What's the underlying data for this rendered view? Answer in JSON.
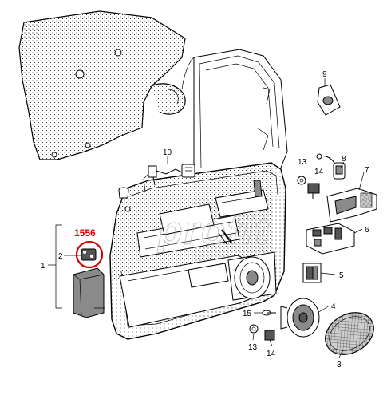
{
  "highlight": {
    "code": "1556",
    "color": "#d40000"
  },
  "watermark": {
    "text": "profit"
  },
  "callouts": [
    "1",
    "2",
    "3",
    "4",
    "5",
    "6",
    "7",
    "8",
    "9",
    "10",
    "13",
    "14",
    "15",
    "13",
    "14"
  ]
}
